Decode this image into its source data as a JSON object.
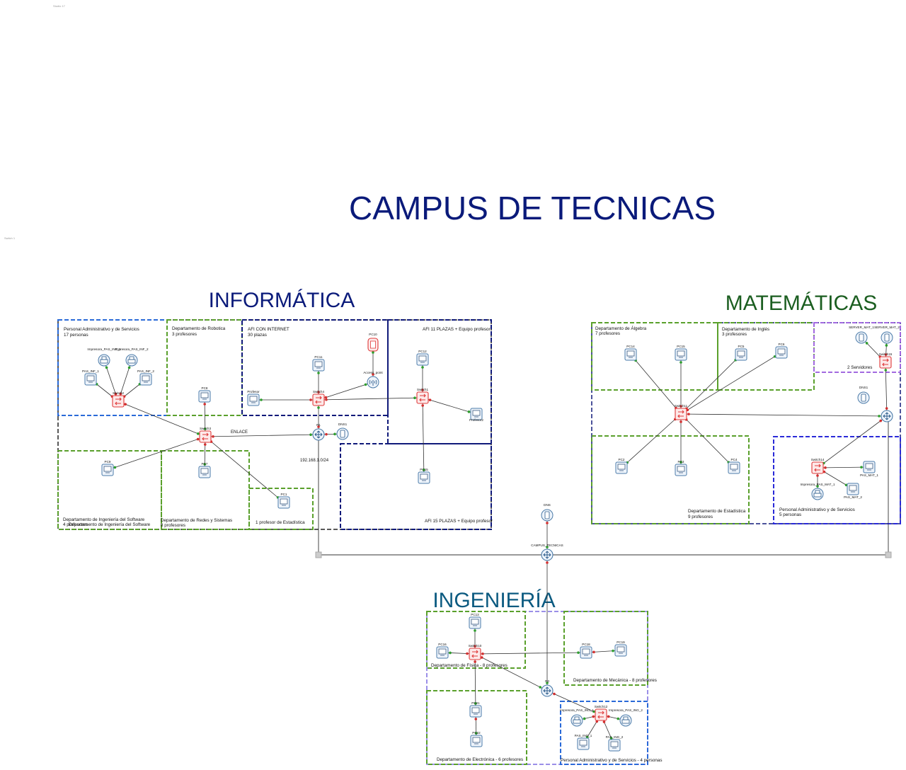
{
  "header": {
    "corner_tag_1": "Studio 17",
    "corner_tag_2": "Switch 1",
    "main_title": "CAMPUS DE TECNICAS",
    "informatica": "INFORMÁTICA",
    "matematicas": "MATEMÁTICAS",
    "ingenieria": "INGENIERÍA"
  },
  "colors": {
    "title": "#0a1a7a",
    "informatica": "#0a1a7a",
    "matematicas": "#1b5e20",
    "ingenieria": "#0b5a80",
    "zone_green": "#5aa02c",
    "zone_navy": "#101a7a",
    "zone_blue": "#2a6ad8",
    "zone_purple": "#a26ae0",
    "switch": "#e03a3a"
  },
  "informatica": {
    "zones": {
      "pas_title": "Personal Administrativo y de Servicios",
      "pas_count": "17 personas",
      "robotica_title": "Departamento de Robotica",
      "robotica_count": "3 profesores",
      "aula_internet_title": "AFI CON INTERNET",
      "aula_internet_count": "30 plazas",
      "aula11": "AFI 11 PLAZAS + Equipo profesor",
      "software_a": "Departamento de Ingeniería del Software",
      "software_b": "4 profesores",
      "software_c": "Departamento de Ingeniería del Software",
      "redes_title": "Departamento de Redes y Sistemas",
      "redes_count": "8 profesores",
      "estadistica": "1 profesor de Estadística",
      "aula15": "AFI 15 PLAZAS + Equipo profesor"
    },
    "nodes": {
      "imp1": "Impresora_PAS_INF_1",
      "imp2": "Impresora_PAS_INF_2",
      "pas1": "PAS_INF_1",
      "pas2": "PAS_INF_2",
      "sw_pas": "Switch2",
      "pc_rob": "PC8",
      "sw_main": "Switch3",
      "pc_sw": "PC9",
      "pc_redes": "PC7",
      "pc_est": "PC1",
      "profesor": "Profesor",
      "pc_int": "PC11",
      "sw_int": "Switch4",
      "tablet": "PC10",
      "ap": "Access_point",
      "pc_a11": "PC12",
      "sw_a11": "Switch1",
      "prof2": "Profesor2",
      "pc_a15": "PC15",
      "router": "R1",
      "server": "DNS1",
      "link1": "ENLACE",
      "link2": "192.168.1.0/24"
    }
  },
  "matematicas": {
    "zones": {
      "algebra_title": "Departamento de Álgebra",
      "algebra_count": "7 profesores",
      "ingles_title": "Departamento de Inglés",
      "ingles_count": "3 profesores",
      "servidores": "2 Servidores",
      "estadistica_title": "Departamento de Estadística",
      "estadistica_count": "9 profesores",
      "pas_title": "Personal Administrativo y de Servicios",
      "pas_count": "5 personas"
    },
    "nodes": {
      "pc14": "PC14",
      "pc15": "PC15",
      "pc5": "PC5",
      "pc6": "PC6",
      "srv1": "SERVER_MAT_1",
      "srv2": "SERVER_MAT_2",
      "sw_srv": "Switch15",
      "dns": "DNS1",
      "sw_main": "Switch11",
      "pc2": "PC2",
      "pc3": "PC3",
      "pc4": "PC4",
      "sw_pas": "Switch14",
      "pas1": "PAS_MAT_1",
      "pas2": "PAS_MAT_2",
      "imp": "Impresora_PAS_MAT_1"
    }
  },
  "backbone": {
    "dns": "DNS",
    "core": "CAMPUS_TECNICAS"
  },
  "ingenieria": {
    "zones": {
      "fisica": "Departamento de Física - 8 profesores",
      "mecanica": "Departamento de Mecánica - 8 profesores",
      "electronica": "Departamento de Electrónica - 6 profesores",
      "pas": "Personal Administrativo y de Servicios - 4 personas"
    },
    "nodes": {
      "pc_top": "PC13",
      "pc16": "PC16",
      "sw_main": "Switch10",
      "pc18": "PC18",
      "pc19": "PC19",
      "pc_el1": "PC21",
      "pc_el2": "PC22",
      "router": "R3",
      "imp1": "Impresora_PAS_ING_1",
      "imp2": "Impresora_PAS_ING_2",
      "sw_pas": "Switch12",
      "pas1": "PAS_ING_1",
      "pas2": "PAS_ING_2"
    }
  }
}
